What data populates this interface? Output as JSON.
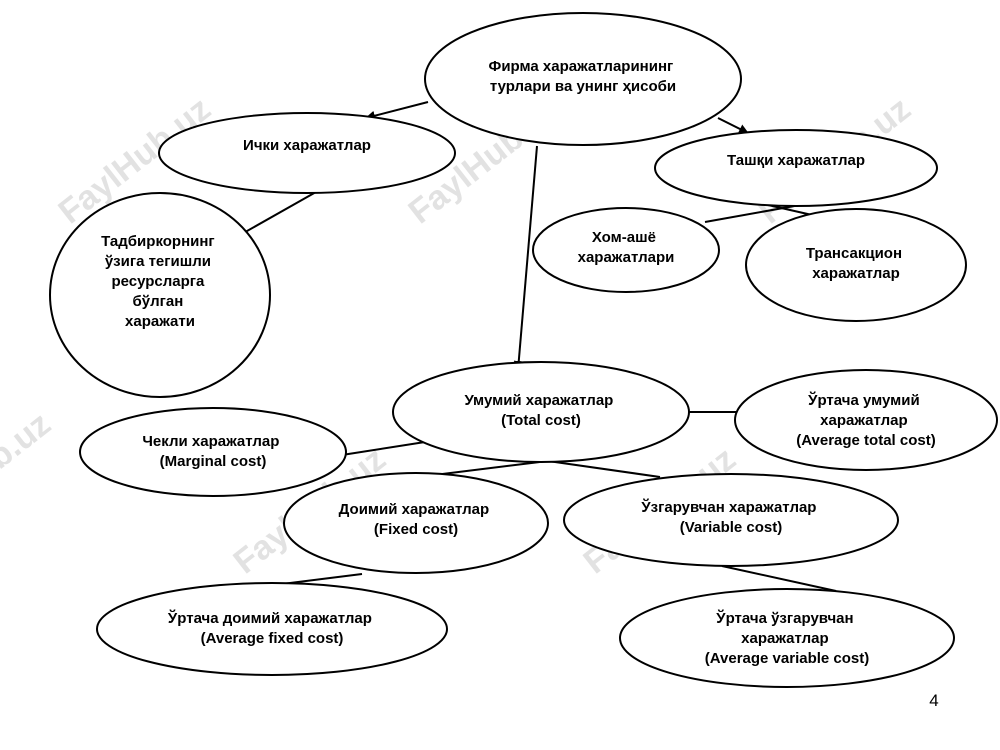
{
  "watermark": "FaylHub.uz",
  "page_number": "4",
  "nodes": {
    "root": [
      "Фирма харажатларининг",
      "турлари ва унинг ҳисоби"
    ],
    "internal": [
      "Ички харажатлар"
    ],
    "entrepreneur": [
      "Тадбиркорнинг",
      "ўзига тегишли",
      "ресурсларга",
      "бўлган",
      "харажати"
    ],
    "external": [
      "Ташқи харажатлар"
    ],
    "raw": [
      "Хом-ашё",
      "харажатлари"
    ],
    "transaction": [
      "Трансакцион",
      "харажатлар"
    ],
    "total": [
      "Умумий харажатлар",
      "(Total cost)"
    ],
    "marginal": [
      "Чекли харажатлар",
      "(Marginal cost)"
    ],
    "avg_total": [
      "Ўртача умумий",
      "харажатлар",
      "(Average total cost)"
    ],
    "fixed": [
      "Доимий харажатлар",
      "(Fixed cost)"
    ],
    "variable": [
      "Ўзгарувчан харажатлар",
      "(Variable cost)"
    ],
    "avg_fixed": [
      "Ўртача доимий харажатлар",
      "(Average fixed cost)"
    ],
    "avg_variable": [
      "Ўртача ўзгарувчан",
      "харажатлар",
      "(Average variable cost)"
    ]
  }
}
